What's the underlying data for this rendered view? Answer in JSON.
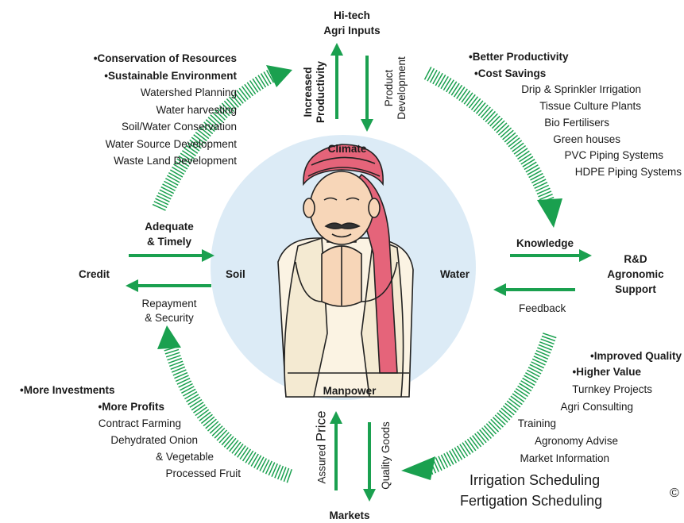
{
  "top": {
    "title_line1": "Hi-tech",
    "title_line2": "Agri Inputs",
    "left_vertical_1": "Increased",
    "left_vertical_2": "Productivity",
    "right_vertical_1": "Product",
    "right_vertical_2": "Development"
  },
  "bottom": {
    "title": "Markets",
    "left_vertical_small": "Assured",
    "left_vertical_big": "Price",
    "right_vertical": "Quality Goods"
  },
  "left": {
    "title": "Credit",
    "upper_label_1": "Adequate",
    "upper_label_2": "& Timely",
    "lower_label_1": "Repayment",
    "lower_label_2": "& Security"
  },
  "right": {
    "title_1": "R&D",
    "title_2": "Agronomic",
    "title_3": "Support",
    "upper_label": "Knowledge",
    "lower_label": "Feedback"
  },
  "circle": {
    "top": "Climate",
    "left": "Soil",
    "right": "Water",
    "bottom": "Manpower"
  },
  "top_left_list": {
    "bullets": [
      "Conservation of Resources",
      "Sustainable Environment"
    ],
    "items": [
      "Watershed Planning",
      "Water harvesting",
      "Soil/Water Conservation",
      "Water Source Development",
      "Waste Land Development"
    ]
  },
  "top_right_list": {
    "bullets": [
      "Better Productivity",
      "Cost Savings"
    ],
    "items": [
      "Drip & Sprinkler Irrigation",
      "Tissue Culture Plants",
      "Bio Fertilisers",
      "Green houses",
      "PVC Piping Systems",
      "HDPE Piping Systems"
    ]
  },
  "bottom_left_list": {
    "bullets": [
      "More Investments",
      "More Profits"
    ],
    "items": [
      "Contract Farming",
      "Dehydrated Onion",
      "& Vegetable",
      "Processed Fruit"
    ]
  },
  "bottom_right_list": {
    "bullets": [
      "Improved Quality",
      "Higher Value"
    ],
    "items": [
      "Turnkey Projects",
      "Agri Consulting",
      "Training",
      "Agronomy Advise",
      "Market Information"
    ],
    "large_items": [
      "Irrigation Scheduling",
      "Fertigation Scheduling"
    ]
  },
  "copyright": "©",
  "colors": {
    "arrow": "#1aa04f",
    "circle": "#dcebf6",
    "turban": "#e5647a"
  }
}
